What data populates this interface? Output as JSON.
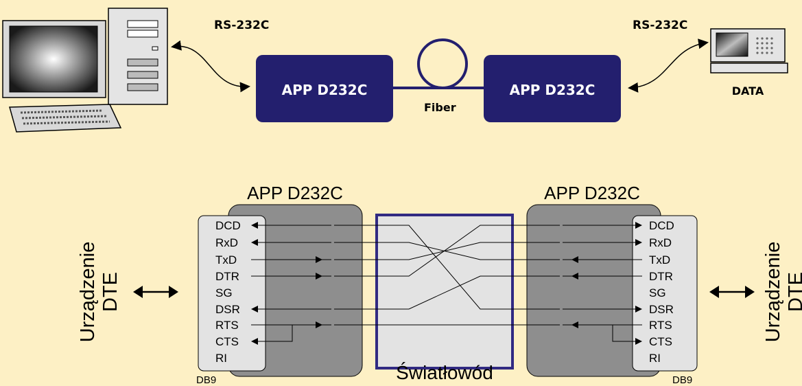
{
  "top": {
    "rs232_left": "RS-232C",
    "rs232_right": "RS-232C",
    "device_left": "APP D232C",
    "device_right": "APP D232C",
    "fiber": "Fiber",
    "data": "DATA"
  },
  "bottom": {
    "device_left": "APP D232C",
    "device_right": "APP D232C",
    "fiber": "Światłowód",
    "dte_left": [
      "Urządzenie",
      "DTE"
    ],
    "dte_right": [
      "Urządzenie",
      "DTE"
    ],
    "db9_left": "DB9",
    "db9_right": "DB9",
    "pins": [
      "DCD",
      "RxD",
      "TxD",
      "DTR",
      "SG",
      "DSR",
      "RTS",
      "CTS",
      "RI"
    ]
  },
  "colors": {
    "background": "#fdf0c5",
    "device_box": "#231f6e",
    "fiber_box_border": "#312a82",
    "module_gray": "#8e8e8e",
    "connector_gray": "#e3e3e3"
  }
}
